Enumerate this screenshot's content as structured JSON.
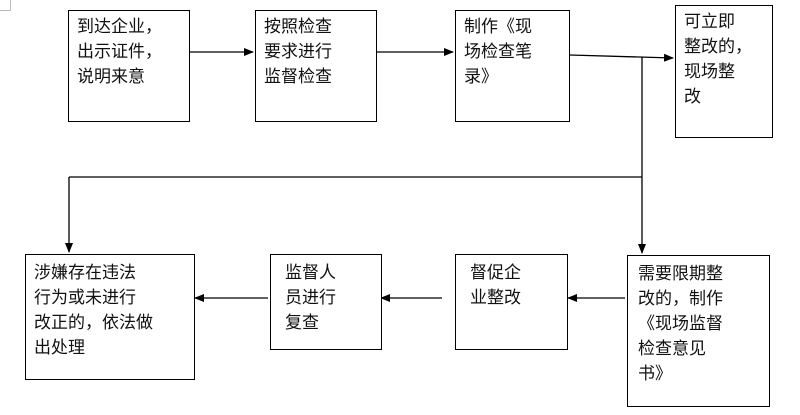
{
  "steps": {
    "arrive": "到达企业，\n出示证件，\n说明来意",
    "inspect": "按照检查\n要求进行\n监督检查",
    "record": "制作《现\n场检查笔\n录》",
    "immediate": "可立即\n整改的，\n现场整\n改",
    "deadline": "需要限期整\n改的，制作\n《现场监督\n检查意见\n书》",
    "urge": "督促企\n业整改",
    "recheck": "监督人\n员进行\n复查",
    "penalty": "涉嫌存在违法\n行为或未进行\n改正的，依法做\n出处理"
  },
  "colors": {
    "line": "#000000",
    "text": "#111111"
  }
}
